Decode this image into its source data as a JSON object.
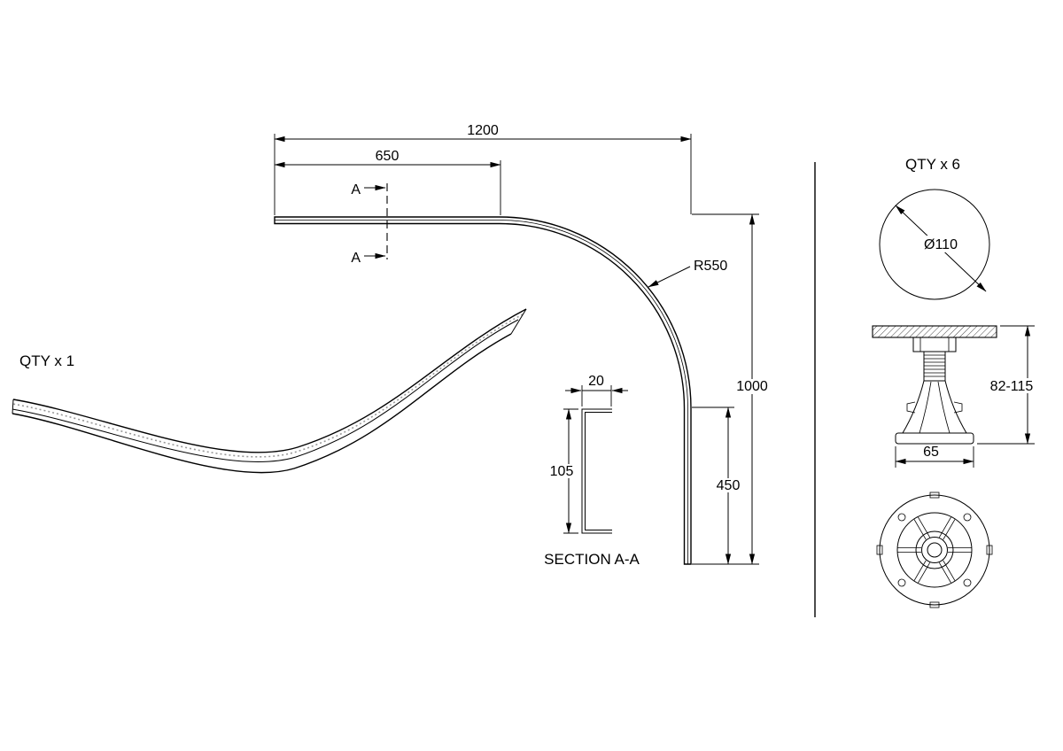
{
  "drawing": {
    "plan_view": {
      "dim_width_total": "1200",
      "dim_width_partial": "650",
      "section_marker_top": "A",
      "section_marker_bottom": "A",
      "dim_radius": "R550",
      "dim_height_total": "1000",
      "dim_height_partial": "450"
    },
    "section_view": {
      "dim_thickness": "20",
      "dim_depth": "105",
      "label": "SECTION A-A"
    },
    "panel_view": {
      "qty": "QTY x 1"
    },
    "leg_detail": {
      "qty": "QTY x 6",
      "dim_diameter": "Ø110",
      "dim_height_range": "82-115",
      "dim_base_width": "65"
    }
  }
}
